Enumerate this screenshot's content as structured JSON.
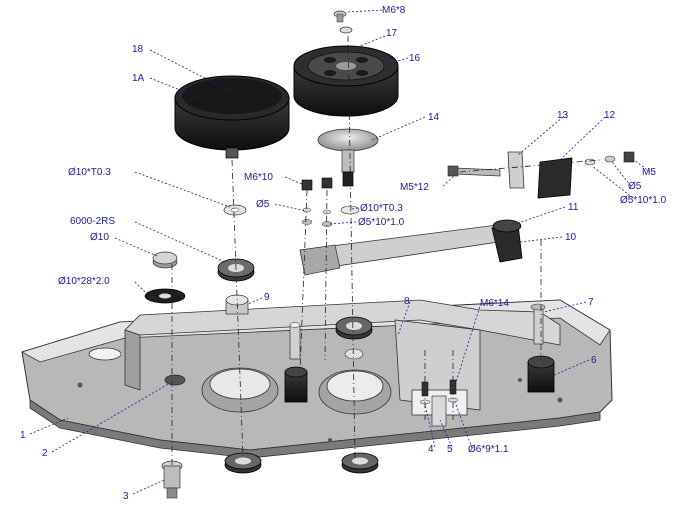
{
  "labels": {
    "m6x8": "M6*8",
    "p18": "18",
    "p17": "17",
    "p16": "16",
    "p1a": "1A",
    "p14": "14",
    "p13": "13",
    "p12": "12",
    "m5": "M5",
    "d5_right": "Ø5",
    "d5x10x1_right": "Ø5*10*1.0",
    "m5x12": "M5*12",
    "d10xt03_left": "Ø10*T0.3",
    "m6x10": "M6*10",
    "d5_left": "Ø5",
    "d10xt03_mid": "Ø10*T0.3",
    "d5x10x1_mid": "Ø5*10*1.0",
    "p11": "11",
    "p10": "10",
    "bearing": "6000-2RS",
    "d10": "Ø10",
    "d10x28x2": "Ø10*28*2.0",
    "p9": "9",
    "p8": "8",
    "m6x14": "M6*14",
    "p7": "7",
    "p6": "6",
    "p1": "1",
    "p2": "2",
    "p3": "3",
    "p4": "4",
    "p5": "5",
    "d6x9x1": "Ø6*9*1.1"
  },
  "colors": {
    "label": "#1a1aa0",
    "part_dark": "#1e1e1e",
    "part_grey": "#9a9a9a",
    "base": "#c8c8c8"
  }
}
